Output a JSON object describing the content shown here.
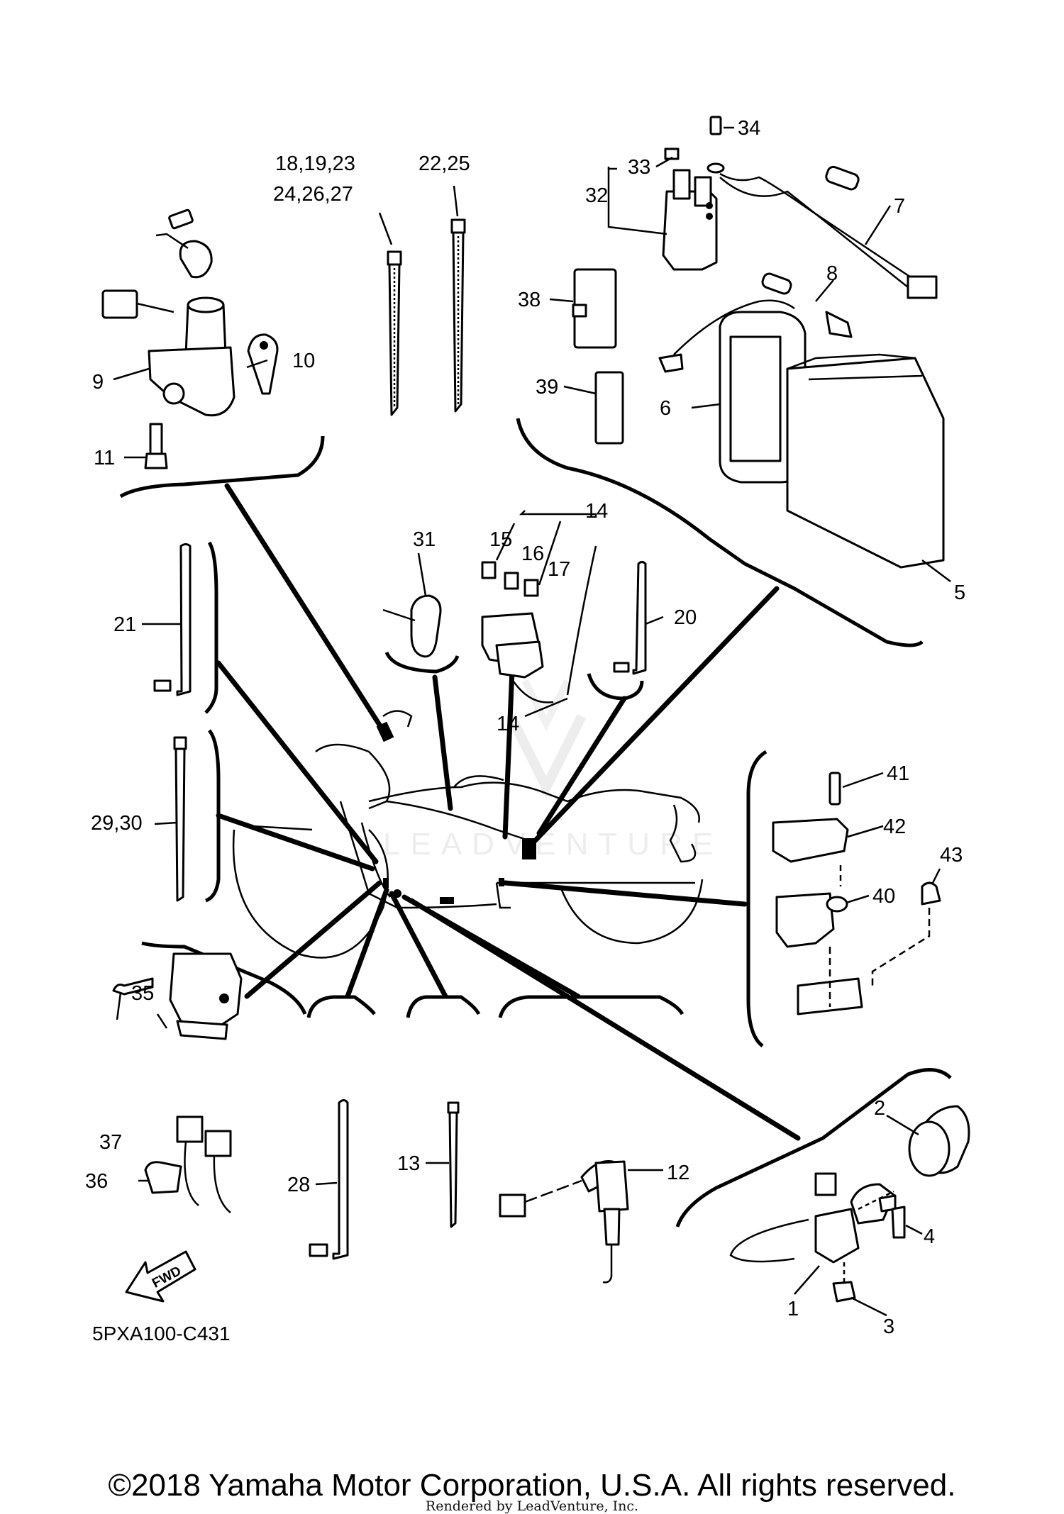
{
  "diagram_code": "5PXA100-C431",
  "copyright": "©2018 Yamaha Motor Corporation, U.S.A. All rights reserved.",
  "rendered_by": "Rendered by LeadVenture, Inc.",
  "watermark": "LEADVENTURE",
  "fwd_label": "FWD",
  "callouts": {
    "c1": "1",
    "c2": "2",
    "c3": "3",
    "c4": "4",
    "c5": "5",
    "c6": "6",
    "c7": "7",
    "c8": "8",
    "c9": "9",
    "c10": "10",
    "c11": "11",
    "c12": "12",
    "c13": "13",
    "c14a": "14",
    "c14b": "14",
    "c15": "15",
    "c16": "16",
    "c17": "17",
    "c18": "18,19,23",
    "c24": "24,26,27",
    "c20": "20",
    "c21": "21",
    "c22": "22,25",
    "c28": "28",
    "c29": "29,30",
    "c31": "31",
    "c32": "32",
    "c33": "33",
    "c34": "34",
    "c35": "35",
    "c36": "36",
    "c37": "37",
    "c38": "38",
    "c39": "39",
    "c40": "40",
    "c41": "41",
    "c42": "42",
    "c43": "43"
  }
}
